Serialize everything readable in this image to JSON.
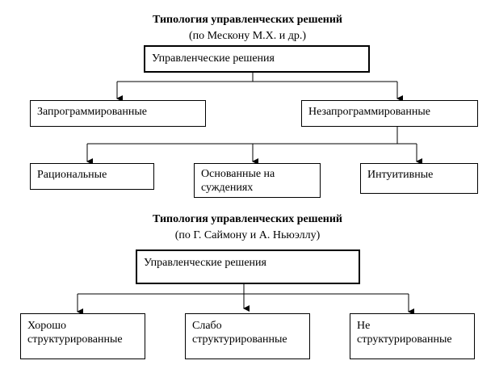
{
  "diagram1": {
    "title": "Типология управленческих решений",
    "subtitle": "(по Мескону М.Х. и др.)",
    "root": "Управленческие решения",
    "level2": {
      "left": "Запрограммированные",
      "right": "Незапрограммированные"
    },
    "level3": {
      "left": "Рациональные",
      "middle_line1": "Основанные на",
      "middle_line2": "суждениях",
      "right": "Интуитивные"
    }
  },
  "diagram2": {
    "title": "Типология управленческих решений",
    "subtitle": "(по Г. Саймону и А. Ньюэллу)",
    "root": "Управленческие решения",
    "leaves": {
      "left_line1": "Хорошо",
      "left_line2": "структурированные",
      "middle_line1": "Слабо",
      "middle_line2": "структурированные",
      "right_line1": "Не",
      "right_line2": "структурированные"
    }
  }
}
